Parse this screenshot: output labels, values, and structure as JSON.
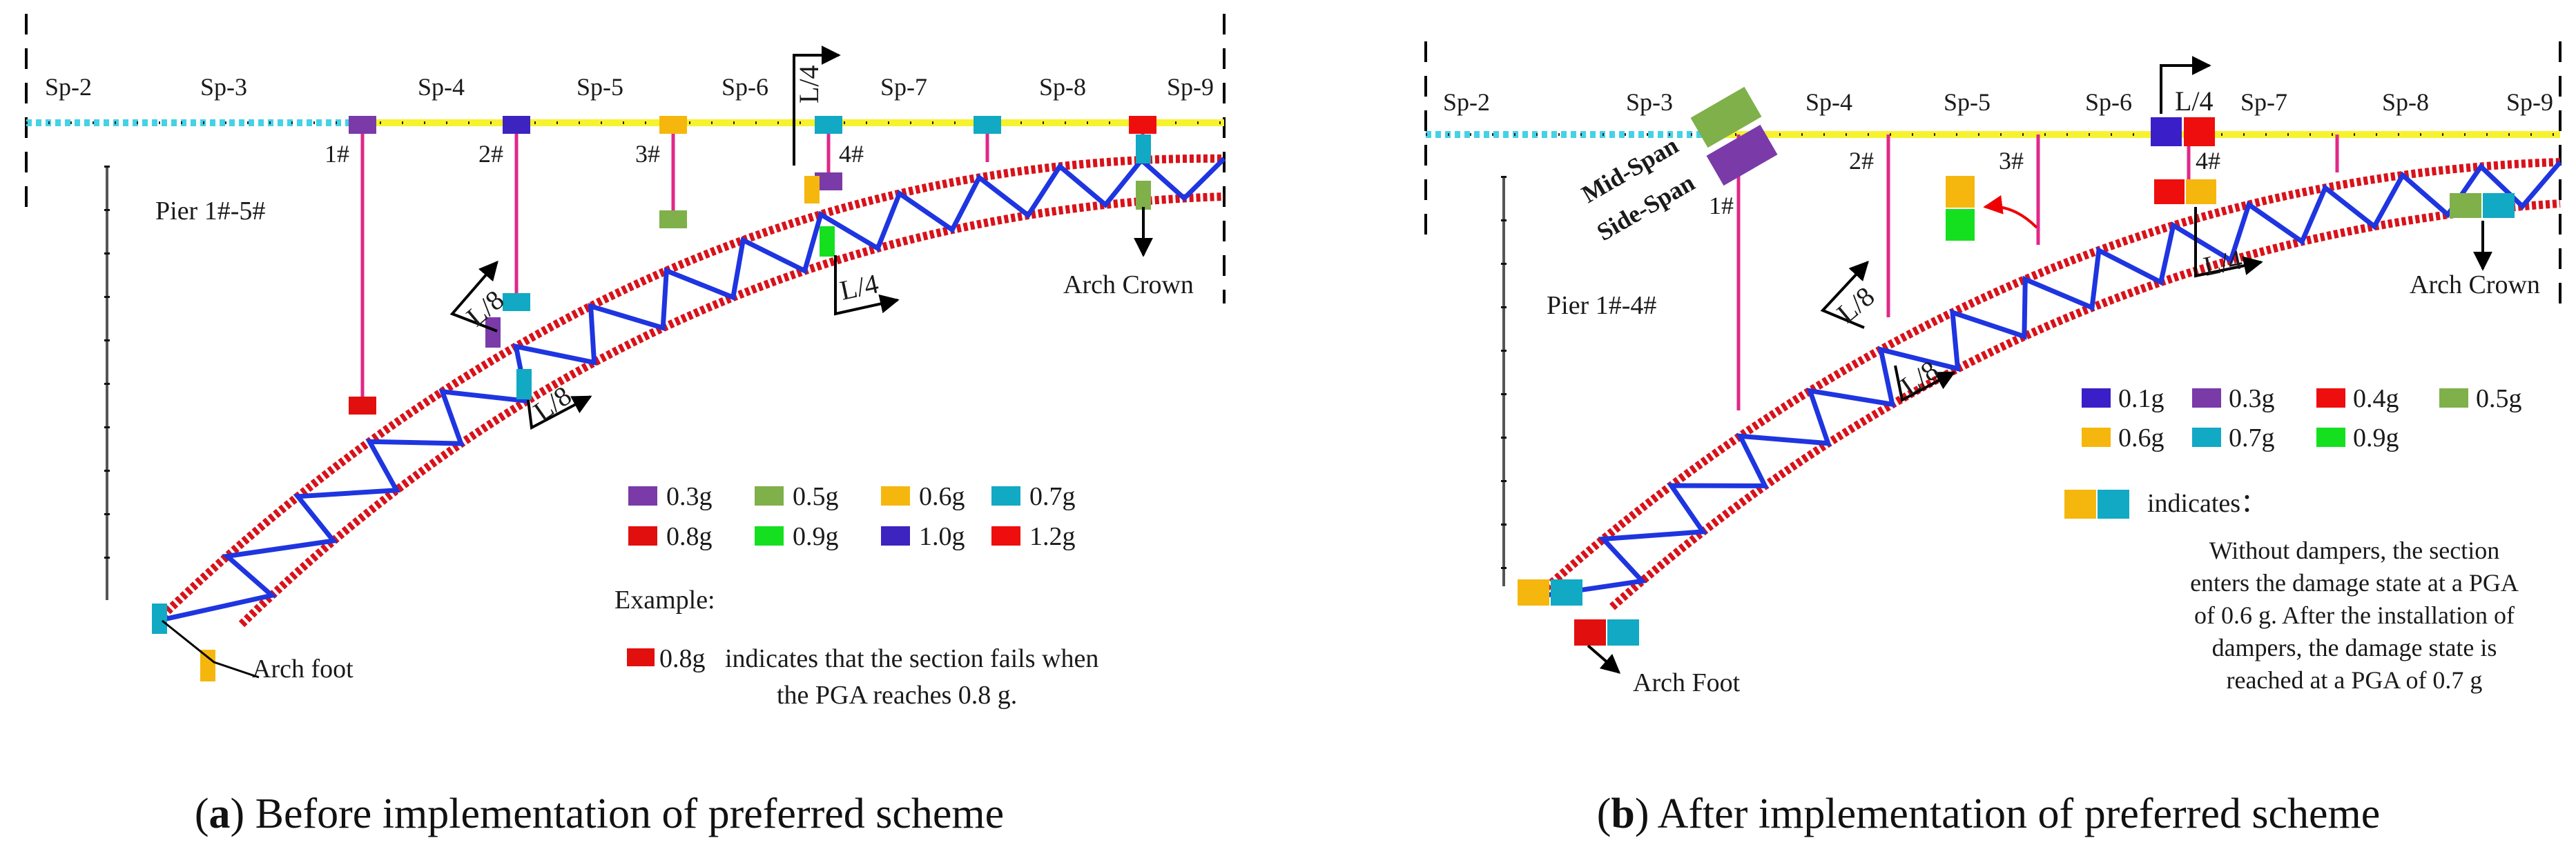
{
  "colors": {
    "0.1g": "#3a1fc8",
    "0.3g": "#7a3aa8",
    "0.4g": "#ee0e0e",
    "0.5g": "#7fb04a",
    "0.6g": "#f5b70e",
    "0.7g": "#11a9c3",
    "0.8g": "#e20f0f",
    "0.9g": "#14e020",
    "1.0g": "#3d23c0",
    "1.2g": "#ee0e0e",
    "deck": "#f7f22e",
    "deck_approach": "#45d2e6",
    "arch_truss": "#1e35e0",
    "arch_chord": "#d8121a",
    "column": "#e0288a"
  },
  "panel_a": {
    "spans": [
      "Sp-2",
      "Sp-3",
      "Sp-4",
      "Sp-5",
      "Sp-6",
      "Sp-7",
      "Sp-8",
      "Sp-9"
    ],
    "piers": [
      "1#",
      "2#",
      "3#",
      "4#"
    ],
    "pier_range": "Pier 1#-5#",
    "l4_label": "L/4",
    "l8_label": "L/8",
    "arch_crown": "Arch Crown",
    "arch_foot": "Arch foot",
    "legend": [
      {
        "label": "0.3g",
        "color": "#7a3aa8"
      },
      {
        "label": "0.5g",
        "color": "#7fb04a"
      },
      {
        "label": "0.6g",
        "color": "#f5b70e"
      },
      {
        "label": "0.7g",
        "color": "#11a9c3"
      },
      {
        "label": "0.8g",
        "color": "#e20f0f"
      },
      {
        "label": "0.9g",
        "color": "#14e020"
      },
      {
        "label": "1.0g",
        "color": "#3d23c0"
      },
      {
        "label": "1.2g",
        "color": "#ee0e0e"
      }
    ],
    "example_heading": "Example:",
    "example_value": "0.8g",
    "example_line1": "indicates that the section fails when",
    "example_line2": "the PGA reaches 0.8 g.",
    "caption_letter": "a",
    "caption_text": "Before implementation of preferred scheme"
  },
  "panel_b": {
    "spans": [
      "Sp-2",
      "Sp-3",
      "Sp-4",
      "Sp-5",
      "Sp-6",
      "Sp-7",
      "Sp-8",
      "Sp-9"
    ],
    "piers": [
      "1#",
      "2#",
      "3#",
      "4#"
    ],
    "pier_range": "Pier 1#-4#",
    "l4_label": "L/4",
    "l8_label": "L/8",
    "arch_crown": "Arch Crown",
    "arch_foot": "Arch Foot",
    "mid_span": "Mid-Span",
    "side_span": "Side-Span",
    "legend": [
      {
        "label": "0.1g",
        "color": "#3a1fc8"
      },
      {
        "label": "0.3g",
        "color": "#7a3aa8"
      },
      {
        "label": "0.4g",
        "color": "#ee0e0e"
      },
      {
        "label": "0.5g",
        "color": "#7fb04a"
      },
      {
        "label": "0.6g",
        "color": "#f5b70e"
      },
      {
        "label": "0.7g",
        "color": "#11a9c3"
      },
      {
        "label": "0.9g",
        "color": "#14e020"
      }
    ],
    "indicates": "indicates：",
    "note_lines": [
      "Without dampers, the section",
      "enters the damage state at a PGA",
      "of 0.6 g. After the installation of",
      "dampers, the damage state is",
      "reached at a PGA of 0.7 g"
    ],
    "caption_letter": "b",
    "caption_text": "After implementation of preferred scheme"
  }
}
